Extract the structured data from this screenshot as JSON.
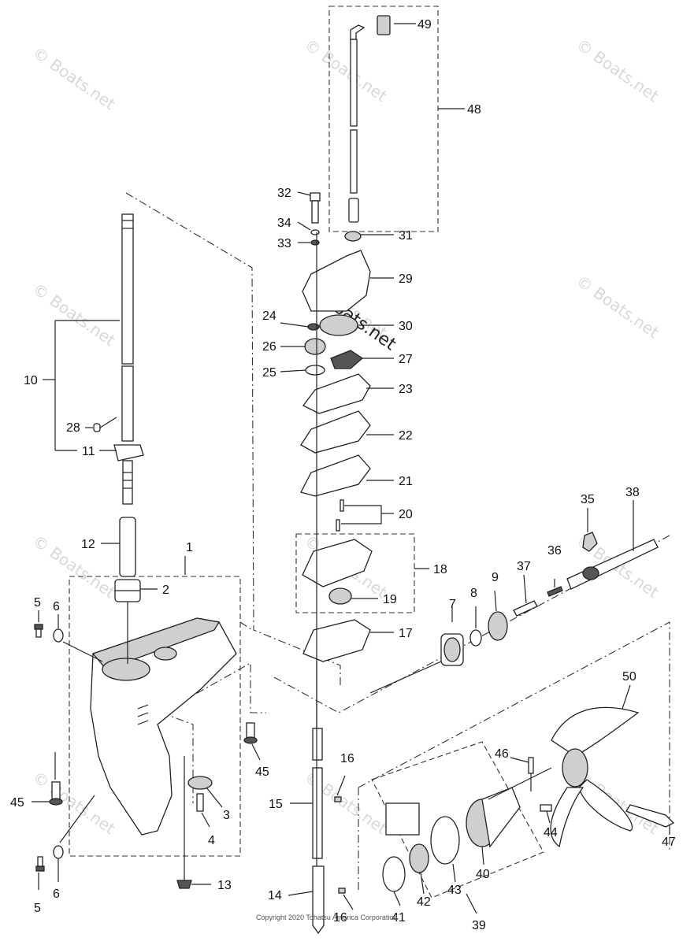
{
  "watermark_text": "© Boats.net",
  "center_watermark": "Boats.net",
  "copyright": "Copyright 2020 Tohatsu America Corporation",
  "callouts": {
    "c1": "1",
    "c2": "2",
    "c3": "3",
    "c4": "4",
    "c5a": "5",
    "c5b": "5",
    "c6a": "6",
    "c6b": "6",
    "c7": "7",
    "c8": "8",
    "c9": "9",
    "c10": "10",
    "c11": "11",
    "c12": "12",
    "c13": "13",
    "c14": "14",
    "c15": "15",
    "c16a": "16",
    "c16b": "16",
    "c17": "17",
    "c18": "18",
    "c19": "19",
    "c20": "20",
    "c21": "21",
    "c22": "22",
    "c23": "23",
    "c24": "24",
    "c25": "25",
    "c26": "26",
    "c27": "27",
    "c28": "28",
    "c29": "29",
    "c30": "30",
    "c31": "31",
    "c32": "32",
    "c33": "33",
    "c34": "34",
    "c35": "35",
    "c36": "36",
    "c37": "37",
    "c38": "38",
    "c39": "39",
    "c40": "40",
    "c41": "41",
    "c42": "42",
    "c43": "43",
    "c44": "44",
    "c45a": "45",
    "c45b": "45",
    "c46": "46",
    "c47": "47",
    "c48": "48",
    "c49": "49",
    "c50": "50"
  }
}
